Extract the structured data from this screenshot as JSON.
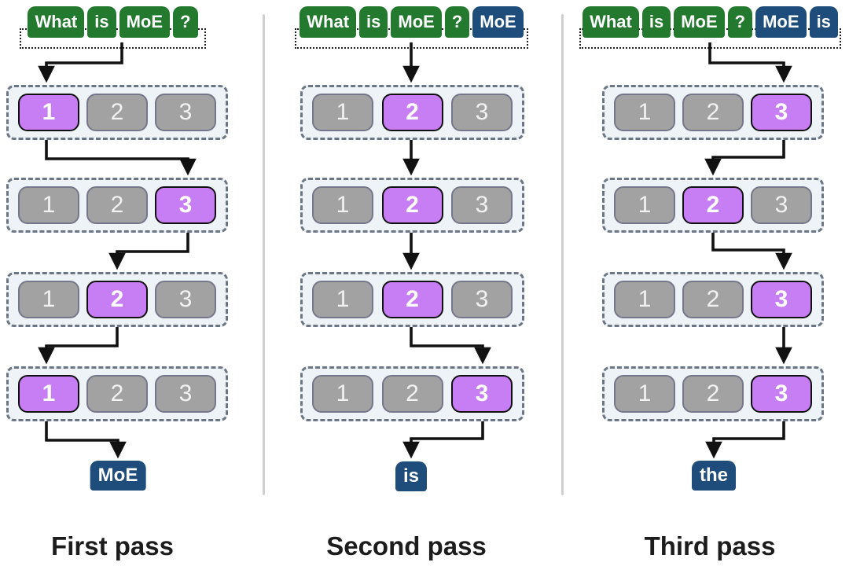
{
  "figure": {
    "title_semantic": "Mixture of Experts decoding across three passes",
    "colors": {
      "prompt_token_bg": "#23792e",
      "generated_token_bg": "#1e4d7b",
      "expert_selected_bg": "#c77ef5",
      "expert_idle_bg": "#a2a2a2",
      "expert_row_bg": "#eef3f8",
      "expert_row_border": "#6b7685",
      "arrow": "#111111",
      "divider": "#cfcfcf",
      "caption_text": "#1c1c1c"
    },
    "columns": [
      {
        "caption": "First pass",
        "input_tokens": [
          {
            "text": "What",
            "type": "prompt"
          },
          {
            "text": "is",
            "type": "prompt"
          },
          {
            "text": "MoE",
            "type": "prompt"
          },
          {
            "text": "?",
            "type": "prompt"
          }
        ],
        "expert_rows": [
          {
            "labels": [
              "1",
              "2",
              "3"
            ],
            "selected": 1
          },
          {
            "labels": [
              "1",
              "2",
              "3"
            ],
            "selected": 3
          },
          {
            "labels": [
              "1",
              "2",
              "3"
            ],
            "selected": 2
          },
          {
            "labels": [
              "1",
              "2",
              "3"
            ],
            "selected": 1
          }
        ],
        "output_token": "MoE"
      },
      {
        "caption": "Second pass",
        "input_tokens": [
          {
            "text": "What",
            "type": "prompt"
          },
          {
            "text": "is",
            "type": "prompt"
          },
          {
            "text": "MoE",
            "type": "prompt"
          },
          {
            "text": "?",
            "type": "prompt"
          },
          {
            "text": "MoE",
            "type": "generated"
          }
        ],
        "expert_rows": [
          {
            "labels": [
              "1",
              "2",
              "3"
            ],
            "selected": 2
          },
          {
            "labels": [
              "1",
              "2",
              "3"
            ],
            "selected": 2
          },
          {
            "labels": [
              "1",
              "2",
              "3"
            ],
            "selected": 2
          },
          {
            "labels": [
              "1",
              "2",
              "3"
            ],
            "selected": 3
          }
        ],
        "output_token": "is"
      },
      {
        "caption": "Third pass",
        "input_tokens": [
          {
            "text": "What",
            "type": "prompt"
          },
          {
            "text": "is",
            "type": "prompt"
          },
          {
            "text": "MoE",
            "type": "prompt"
          },
          {
            "text": "?",
            "type": "prompt"
          },
          {
            "text": "MoE",
            "type": "generated"
          },
          {
            "text": "is",
            "type": "generated"
          }
        ],
        "expert_rows": [
          {
            "labels": [
              "1",
              "2",
              "3"
            ],
            "selected": 3
          },
          {
            "labels": [
              "1",
              "2",
              "3"
            ],
            "selected": 2
          },
          {
            "labels": [
              "1",
              "2",
              "3"
            ],
            "selected": 3
          },
          {
            "labels": [
              "1",
              "2",
              "3"
            ],
            "selected": 3
          }
        ],
        "output_token": "the"
      }
    ]
  }
}
